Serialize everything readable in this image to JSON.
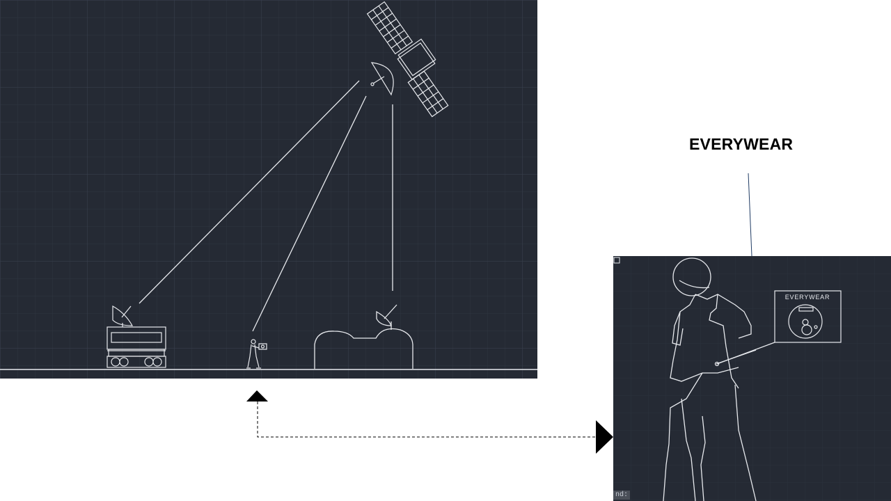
{
  "labels": {
    "product_name": "EVERYWEAR",
    "device_label": "EVERYWEAR",
    "command_prompt_fragment": "nd:"
  },
  "colors": {
    "cad_background": "#252a34",
    "cad_grid_minor": "#2f3541",
    "cad_grid_major": "#3a4150",
    "cad_lines": "#e8eaee",
    "connector_line": "#1f3b63",
    "arrow": "#000000"
  },
  "icons": {
    "satellite": "satellite-icon",
    "truck": "truck-with-dish-icon",
    "person": "person-with-device-icon",
    "building": "building-with-dish-icon",
    "wearable": "wearable-device-icon"
  }
}
